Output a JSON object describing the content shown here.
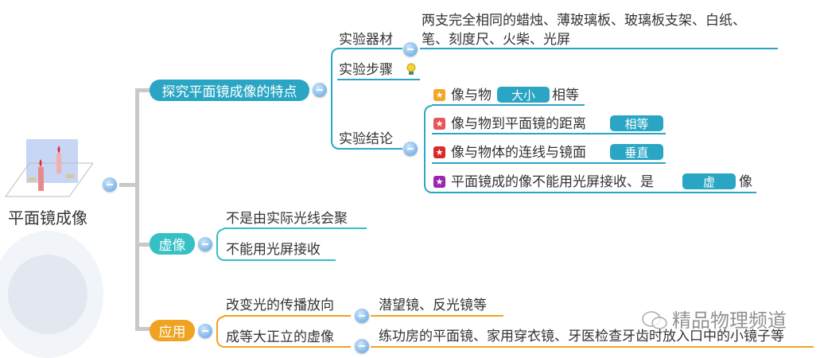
{
  "root": {
    "label": "平面镜成像"
  },
  "branches": {
    "explore": {
      "label": "探究平面镜成像的特点",
      "color": "#2aa6c4",
      "materials": {
        "label": "实验器材",
        "lines": [
          "两支完全相同的蜡烛、薄玻璃板、玻璃板支架、白纸、",
          "笔、刻度尺、火柴、光屏"
        ]
      },
      "steps": {
        "label": "实验步骤",
        "icon": "lightbulb-icon"
      },
      "conclusions": {
        "label": "实验结论",
        "items": [
          {
            "pre": "像与物",
            "chip": "大小",
            "post": "相等",
            "star_color": "#f5a623"
          },
          {
            "pre": "像与物到平面镜的距离",
            "chip": "相等",
            "post": "",
            "star_color": "#e9545a"
          },
          {
            "pre": "像与物体的连线与镜面",
            "chip": "垂直",
            "post": "",
            "star_color": "#d62b2b"
          },
          {
            "pre": "平面镜成的像不能用光屏接收、是",
            "chip": "虚",
            "post": "像",
            "star_color": "#9b27b0"
          }
        ]
      }
    },
    "virtual": {
      "label": "虚像",
      "color": "#35c0c4",
      "items": [
        "不是由实际光线会聚",
        "不能用光屏接收"
      ]
    },
    "apply": {
      "label": "应用",
      "color": "#f0a322",
      "items": [
        {
          "label": "改变光的传播放向",
          "detail": "潜望镜、反光镜等"
        },
        {
          "label": "成等大正立的虚像",
          "detail": "练功房的平面镜、家用穿衣镜、牙医检查牙齿时放入口中的小镜子等"
        }
      ]
    }
  },
  "watermark": "精品物理频道"
}
